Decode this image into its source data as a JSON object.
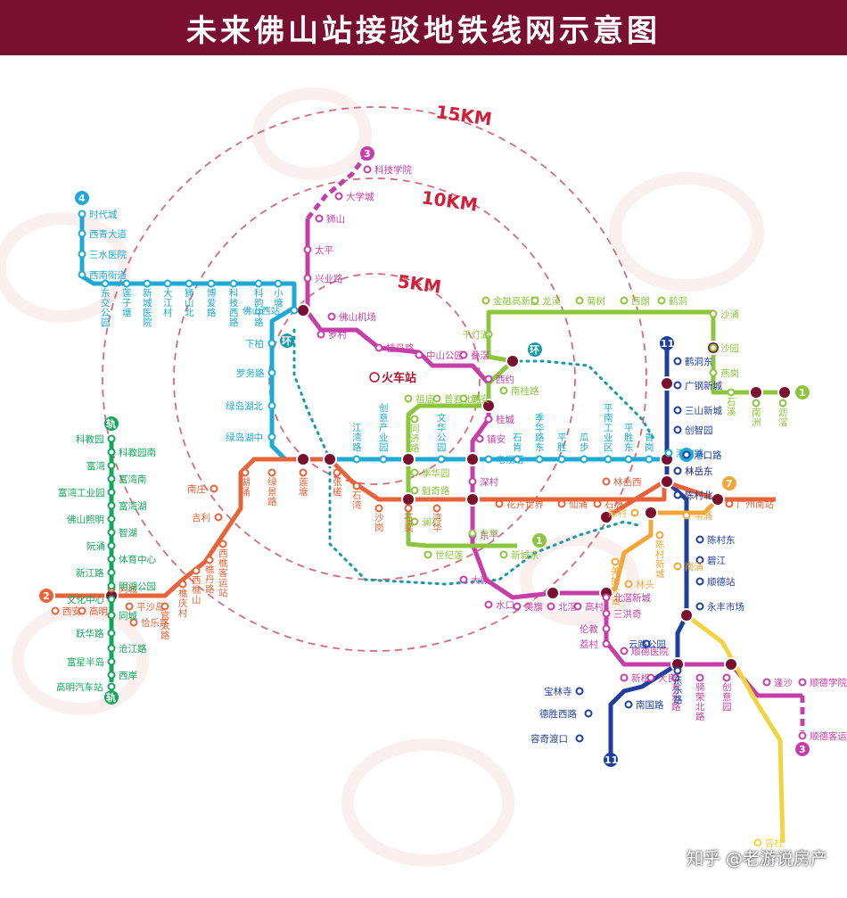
{
  "title": "未来佛山站接驳地铁线网示意图",
  "hub": "火车站",
  "footer": "知乎 @老游说房产",
  "rings": [
    {
      "label": "15KM",
      "color": "#d86a78"
    },
    {
      "label": "10KM",
      "color": "#d86a78"
    },
    {
      "label": "5KM",
      "color": "#d86a78"
    }
  ],
  "lines": [
    {
      "id": "line4",
      "badge": "4",
      "color": "#1eaad4",
      "stations": [
        "时代城",
        "西青大道",
        "三水医院",
        "西南街道",
        "东交公园",
        "莲子塘",
        "新城医院",
        "大江村",
        "狮山北",
        "博爱路",
        "科技西路",
        "科韵中路",
        "小塘",
        "佛山西站",
        "下柏",
        "罗务路",
        "绿岛湖北",
        "绿岛湖中",
        "江湾路",
        "创意产业园",
        "文华公园",
        "电视塔",
        "石肯",
        "季华路东",
        "平胜",
        "瓜步",
        "平南工业区",
        "平胜东",
        "青岗",
        "港口路"
      ]
    },
    {
      "id": "line3",
      "badge": "3",
      "color": "#c63fa8",
      "stations": [
        "科技学院",
        "大学城",
        "狮山",
        "太平",
        "兴业路",
        "佛山机场",
        "罗村",
        "桂丹路",
        "中山公园",
        "叠滘",
        "西约",
        "桂城",
        "镇安",
        "深村",
        "东平",
        "大敦",
        "水口",
        "美旗",
        "北滘",
        "高村",
        "北滘新城",
        "三洪奇",
        "伦教",
        "荔村",
        "顺德医院",
        "新松",
        "大良",
        "东乐路",
        "骑荣北路",
        "创意园",
        "逢沙",
        "顺德学院",
        "顺德客运港"
      ]
    },
    {
      "id": "line1",
      "badge": "1",
      "color": "#8cc63f",
      "stations": [
        "金融高新区",
        "龙溪",
        "菊树",
        "西朗",
        "鹤洞",
        "沙涌",
        "沙园",
        "燕岗",
        "石溪",
        "南洲",
        "沥滘",
        "千灯湖",
        "南桂路",
        "祖庙",
        "普君北路",
        "朝安",
        "同济路",
        "季华园",
        "魁奇路",
        "澜石",
        "世纪莲",
        "东平",
        "新城东"
      ]
    },
    {
      "id": "line2",
      "badge": "2",
      "color": "#e8633a",
      "stations": [
        "西安",
        "高明",
        "同城",
        "平沙岛",
        "恰乐路",
        "官太路",
        "樵庆村",
        "西樵山",
        "樵丹路",
        "西樵客运站",
        "吉利",
        "南庄",
        "湖涌",
        "绿景路",
        "莲塘",
        "张槎",
        "石湾",
        "沙岗",
        "石梁",
        "湾华",
        "花卉世界",
        "仙涌",
        "石洲",
        "林岳西",
        "林岳东",
        "陈村北",
        "广州南站"
      ]
    },
    {
      "id": "line11",
      "badge": "11",
      "color": "#1e3f9e",
      "stations": [
        "鹤洞东",
        "广钢新城",
        "三山新城",
        "创智园",
        "港口路",
        "林岳东",
        "陈村北",
        "陈村东",
        "碧江",
        "顺德站",
        "永丰市场",
        "云路公园",
        "东乐路",
        "南国路",
        "宝林寺",
        "德胜西路",
        "容奇渡口"
      ]
    },
    {
      "id": "line7",
      "badge": "7",
      "color": "#f5a63b",
      "stations": [
        "陈村北",
        "韦涌",
        "陈村",
        "陈村新城",
        "南涌",
        "美的大道",
        "林头",
        "北滘新城"
      ]
    },
    {
      "id": "lineGM",
      "badge": "轨",
      "color": "#12a65a",
      "stations": [
        "科教园",
        "科教园南",
        "富湾",
        "富湾南",
        "富湾工业园",
        "富湾湖",
        "佛山照明",
        "智湖",
        "阮涌",
        "体育中心",
        "新江路",
        "明湖公园",
        "文化中心",
        "同城",
        "跃华路",
        "沧江路",
        "富星半岛",
        "西岸",
        "高明汽车站"
      ]
    },
    {
      "id": "lineYellow",
      "badge": "",
      "color": "#f0d540",
      "stations": [
        "永丰市场",
        "创意园",
        "容桂"
      ]
    }
  ],
  "ring_line": {
    "badge": "环",
    "color": "#1a9aa8"
  },
  "extra_labels": [
    "佛山西站",
    "广州南站",
    "港口路",
    "林岳东",
    "陈村北"
  ]
}
